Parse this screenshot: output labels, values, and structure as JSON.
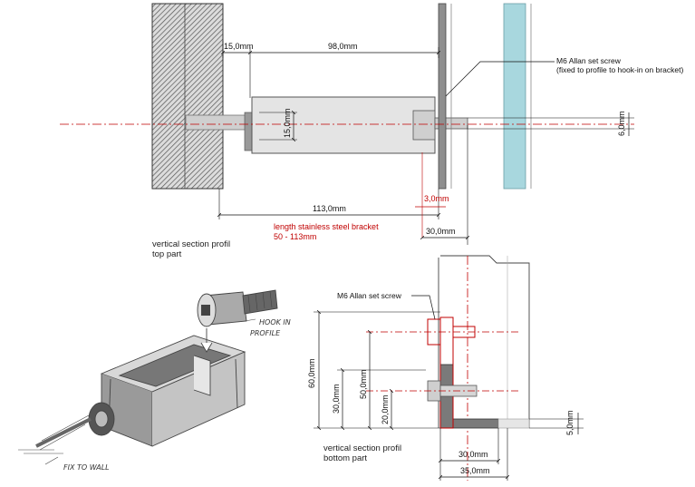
{
  "top": {
    "dim_left": "15,0mm",
    "dim_top": "98,0mm",
    "dim_height": "15,0mm",
    "dim_screw": "6,0mm",
    "dim_overall": "113,0mm",
    "dim_gap": "3,0mm",
    "dim_profile": "30,0mm",
    "length_label": "length stainless steel bracket",
    "length_range": "50 - 113mm",
    "screw_label": "M6 Allan set screw",
    "screw_note": "(fixed to profile to hook-in on bracket)",
    "caption_1": "vertical section profil",
    "caption_2": "top part"
  },
  "bottom": {
    "screw_label": "M6 Allan set screw",
    "dim_60": "60,0mm",
    "dim_50": "50,0mm",
    "dim_30": "30,0mm",
    "dim_20": "20,0mm",
    "dim_5": "5,0mm",
    "dim_30w": "30,0mm",
    "dim_35w": "35,0mm",
    "caption_1": "vertical section profil",
    "caption_2": "bottom part"
  },
  "sketch": {
    "note_1": "HOOK IN",
    "note_2": "PROFILE",
    "note_3": "FIX TO WALL"
  }
}
